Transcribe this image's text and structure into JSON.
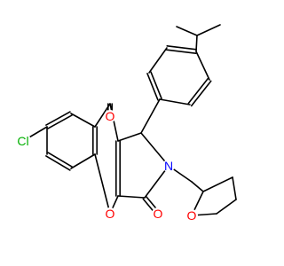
{
  "molecule": {
    "colors": {
      "bond": "#000000",
      "oxygen": "#ff0000",
      "nitrogen": "#0000ff",
      "chlorine": "#00b000",
      "background": "#ffffff"
    },
    "labels": {
      "chlorine": "Cl",
      "ketone_oxygen": "O",
      "ring_oxygen": "O",
      "lactam_oxygen": "O",
      "nitrogen": "N",
      "thf_oxygen": "O"
    }
  }
}
